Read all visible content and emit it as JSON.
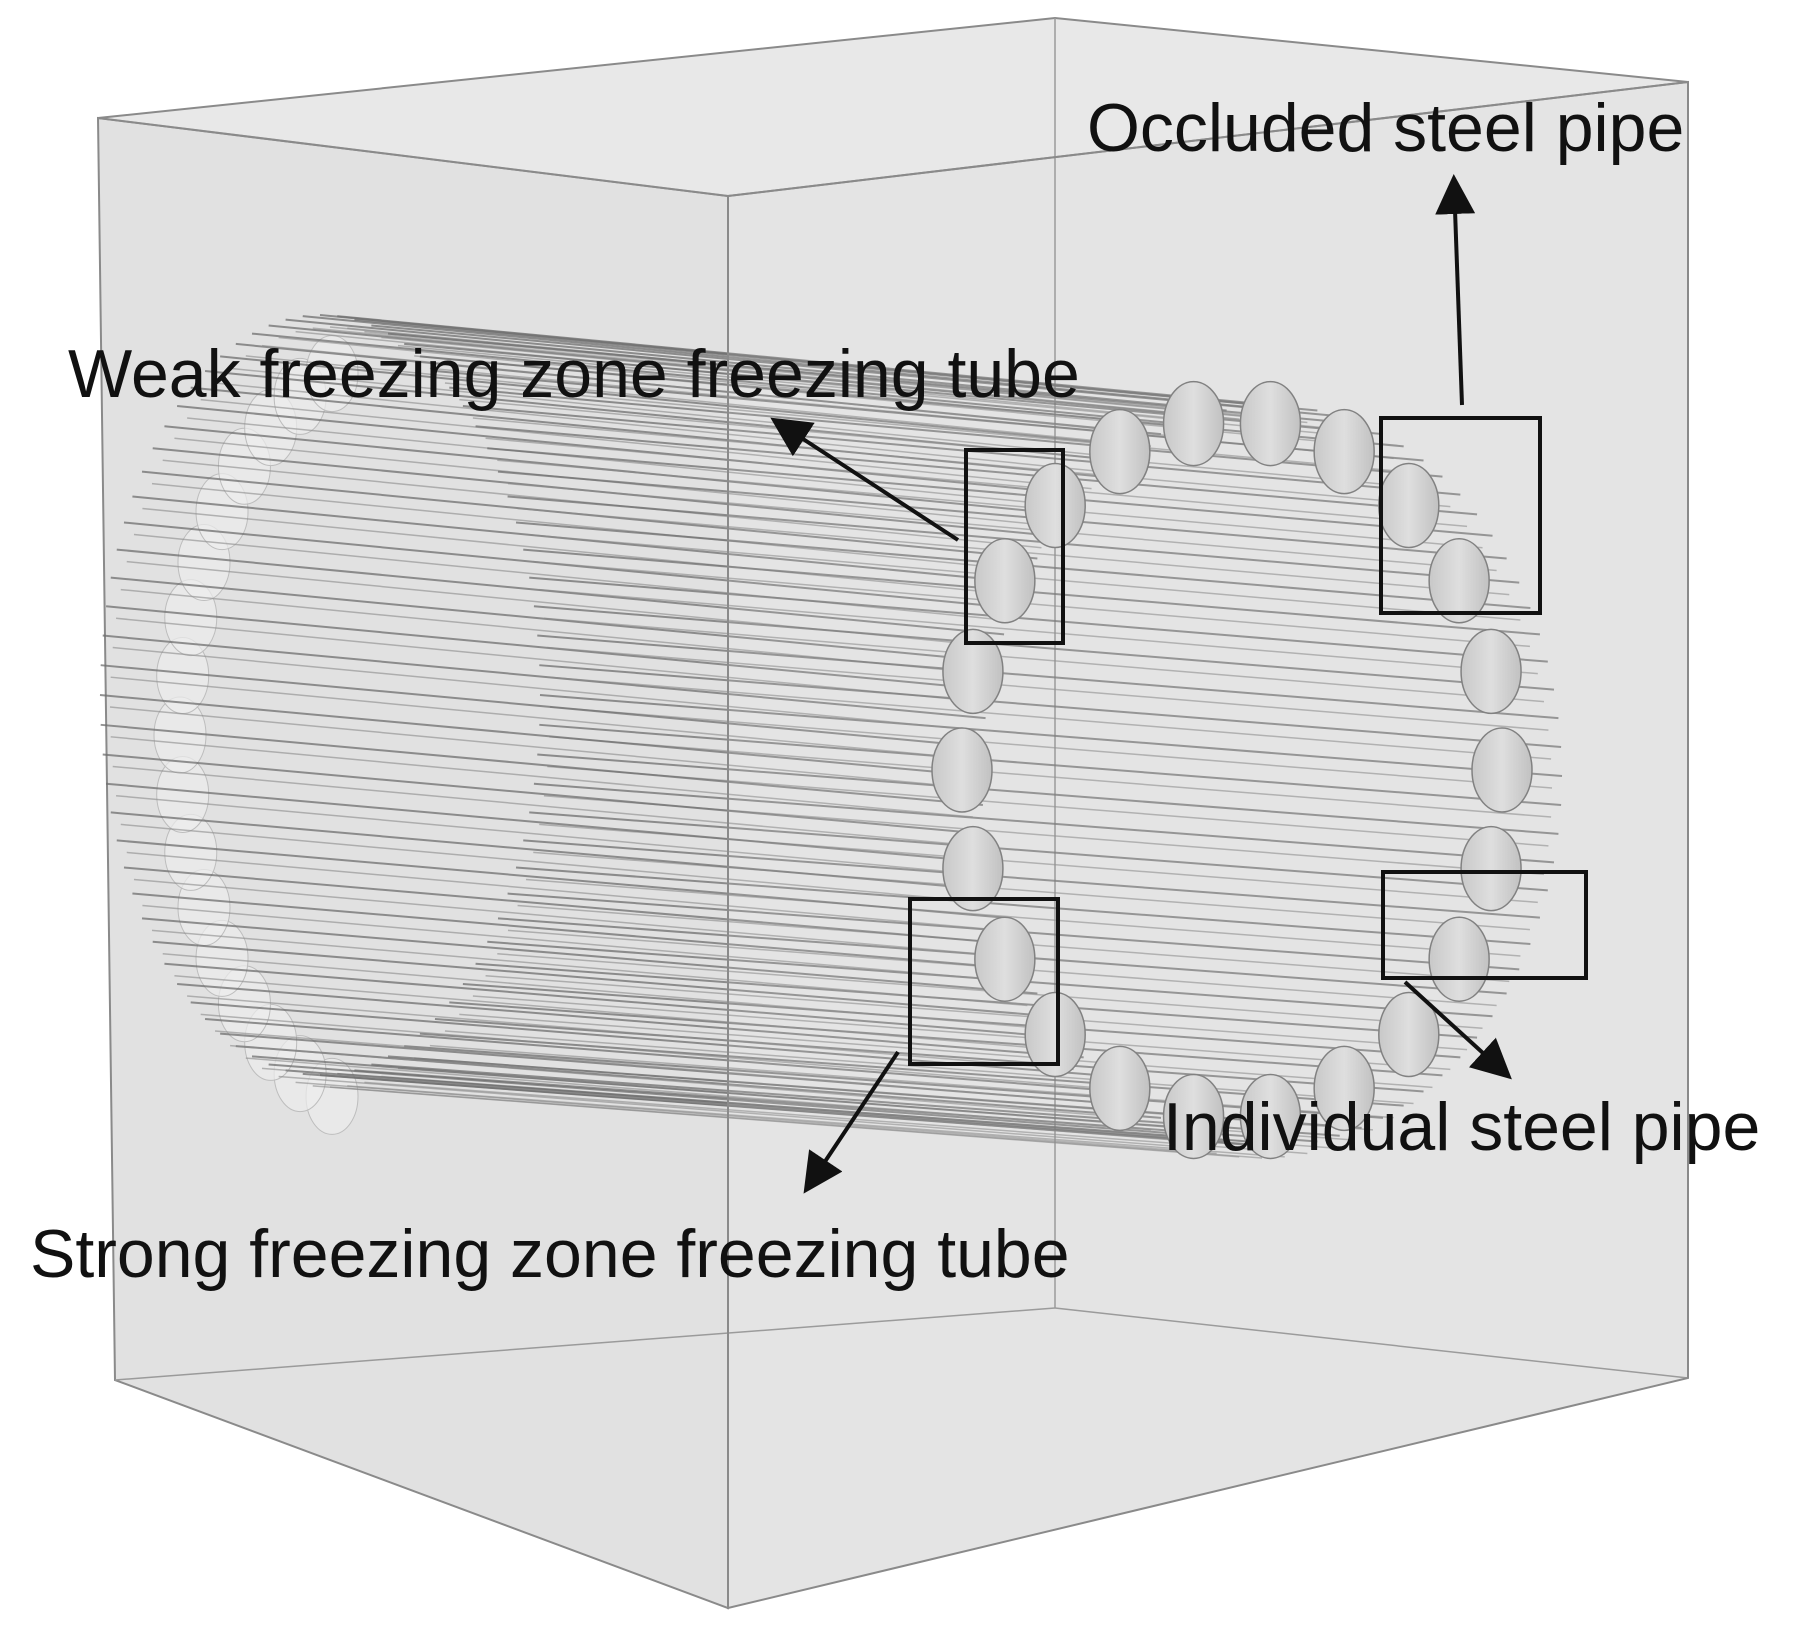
{
  "labels": {
    "occluded": "Occluded steel pipe",
    "weak": "Weak freezing zone freezing tube",
    "individual": "Individual steel pipe",
    "strong": "Strong freezing zone freezing tube"
  },
  "colors": {
    "box_face": "#cfcfcf",
    "box_edge": "#8a8a8a",
    "tube": "#6e6e6e",
    "pipe_fill": "#f2f2f2",
    "annotation": "#111111"
  }
}
